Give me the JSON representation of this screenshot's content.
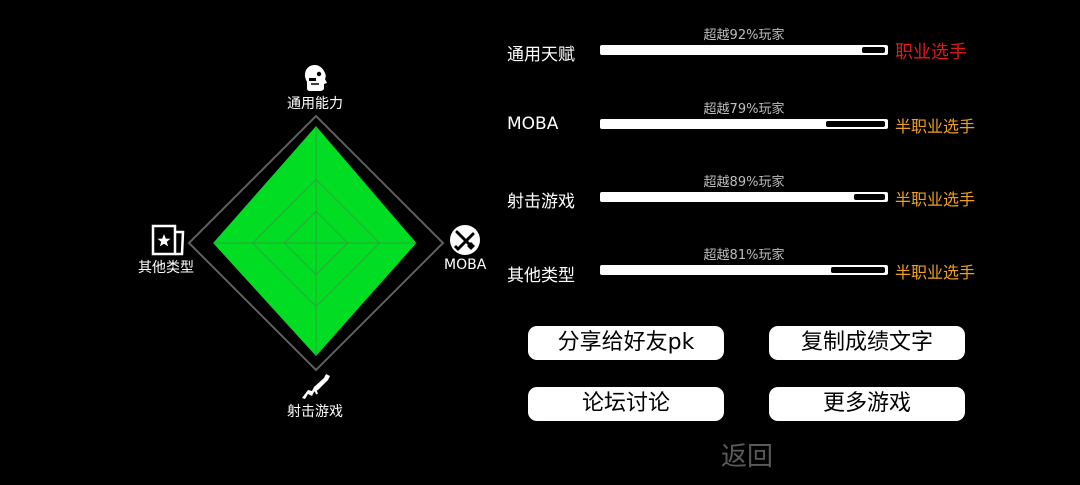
{
  "radar": {
    "axes": [
      {
        "label": "通用能力",
        "icon": "robot-head-icon"
      },
      {
        "label": "MOBA",
        "icon": "crossed-swords-icon"
      },
      {
        "label": "射击游戏",
        "icon": "rifle-icon"
      },
      {
        "label": "其他类型",
        "icon": "card-star-icon"
      }
    ],
    "values": [
      0.92,
      0.79,
      0.89,
      0.81
    ],
    "fill_color": "#00dd22"
  },
  "rows": [
    {
      "label": "通用天赋",
      "percent_text": "超越92%玩家",
      "progress": 0.92,
      "rank": "职业选手",
      "rank_color": "#e01818"
    },
    {
      "label": "MOBA",
      "percent_text": "超越79%玩家",
      "progress": 0.79,
      "rank": "半职业选手",
      "rank_color": "#f0a020"
    },
    {
      "label": "射击游戏",
      "percent_text": "超越89%玩家",
      "progress": 0.89,
      "rank": "半职业选手",
      "rank_color": "#f0a020"
    },
    {
      "label": "其他类型",
      "percent_text": "超越81%玩家",
      "progress": 0.81,
      "rank": "半职业选手",
      "rank_color": "#f0a020"
    }
  ],
  "buttons": {
    "share": "分享给好友pk",
    "copy": "复制成绩文字",
    "forum": "论坛讨论",
    "more": "更多游戏"
  },
  "back_label": "返回"
}
